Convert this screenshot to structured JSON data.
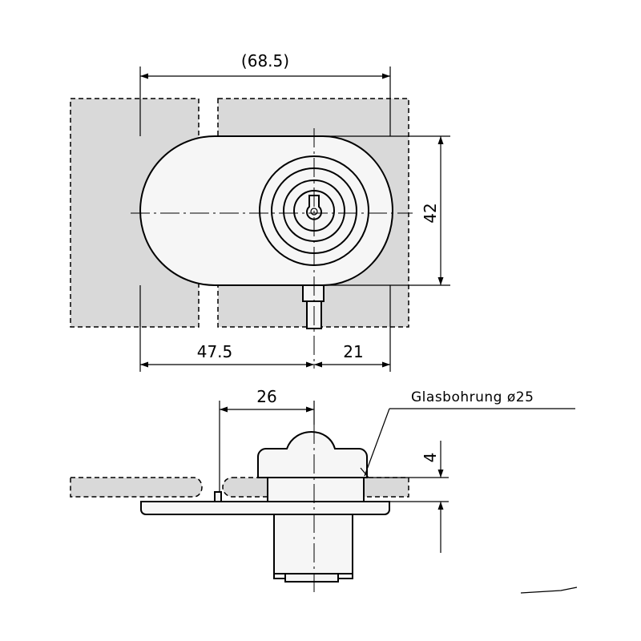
{
  "top_view": {
    "overall_width_dim": "(68.5)",
    "height_dim": "42",
    "left_dim": "47.5",
    "right_dim": "21"
  },
  "side_view": {
    "offset_dim": "26",
    "callout": "Glasbohrung ø25",
    "thickness_dim": "4"
  }
}
